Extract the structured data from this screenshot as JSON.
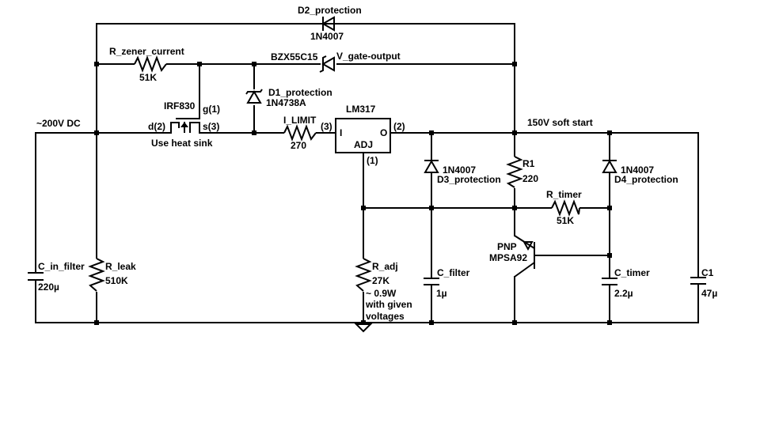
{
  "input": {
    "voltage": "~200V DC"
  },
  "output": {
    "voltage": "150V soft start"
  },
  "components": {
    "d2": {
      "name": "D2_protection",
      "part": "1N4007"
    },
    "r_zener": {
      "name": "R_zener_current",
      "value": "51K"
    },
    "zener_gate": {
      "part": "BZX55C15",
      "name": "V_gate-output"
    },
    "d1": {
      "name": "D1_protection",
      "part": "1N4738A"
    },
    "mosfet": {
      "part": "IRF830",
      "gate": "g(1)",
      "drain": "d(2)",
      "source": "s(3)",
      "note": "Use heat sink"
    },
    "r_limit": {
      "name": "I_LIMIT",
      "value": "270"
    },
    "regulator": {
      "part": "LM317",
      "pin_in": "I",
      "pin_out": "O",
      "pin_adj": "ADJ",
      "pin_in_num": "(3)",
      "pin_out_num": "(2)",
      "pin_adj_num": "(1)"
    },
    "d3": {
      "part": "1N4007",
      "name": "D3_protection"
    },
    "r1": {
      "name": "R1",
      "value": "220"
    },
    "d4": {
      "part": "1N4007",
      "name": "D4_protection"
    },
    "r_timer": {
      "name": "R_timer",
      "value": "51K"
    },
    "transistor": {
      "type": "PNP",
      "part": "MPSA92"
    },
    "c_in": {
      "name": "C_in_filter",
      "value": "220µ"
    },
    "r_leak": {
      "name": "R_leak",
      "value": "510K"
    },
    "r_adj": {
      "name": "R_adj",
      "value": "27K",
      "note_line1": "~ 0.9W",
      "note_line2": "with given",
      "note_line3": "voltages"
    },
    "c_filter": {
      "name": "C_filter",
      "value": "1µ"
    },
    "c_timer": {
      "name": "C_timer",
      "value": "2.2µ"
    },
    "c1": {
      "name": "C1",
      "value": "47µ"
    }
  }
}
